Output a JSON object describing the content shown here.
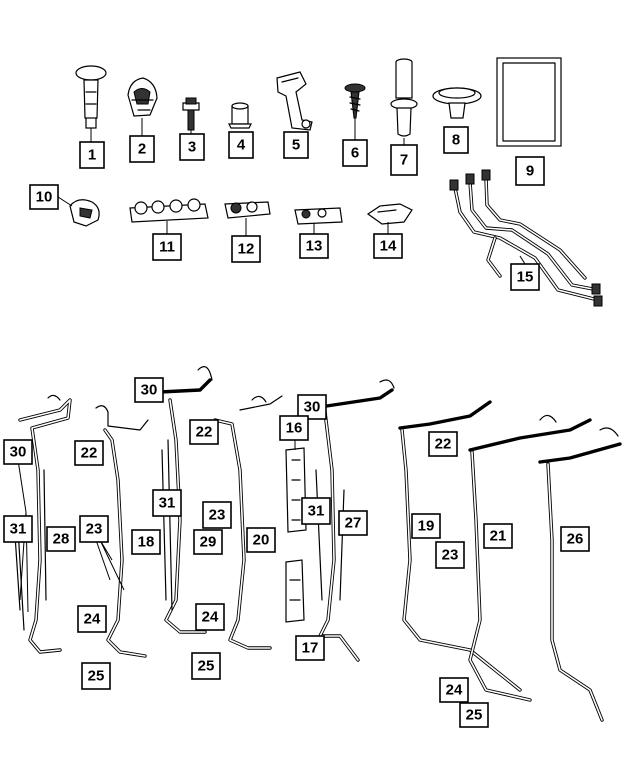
{
  "callouts": [
    {
      "id": "c1",
      "label": "1"
    },
    {
      "id": "c2",
      "label": "2"
    },
    {
      "id": "c3",
      "label": "3"
    },
    {
      "id": "c4",
      "label": "4"
    },
    {
      "id": "c5",
      "label": "5"
    },
    {
      "id": "c6",
      "label": "6"
    },
    {
      "id": "c7",
      "label": "7"
    },
    {
      "id": "c8",
      "label": "8"
    },
    {
      "id": "c9",
      "label": "9"
    },
    {
      "id": "c10",
      "label": "10"
    },
    {
      "id": "c11",
      "label": "11"
    },
    {
      "id": "c12",
      "label": "12"
    },
    {
      "id": "c13",
      "label": "13"
    },
    {
      "id": "c14",
      "label": "14"
    },
    {
      "id": "c15",
      "label": "15"
    },
    {
      "id": "c30a",
      "label": "30"
    },
    {
      "id": "c30b",
      "label": "30"
    },
    {
      "id": "c30c",
      "label": "30"
    },
    {
      "id": "c16",
      "label": "16"
    },
    {
      "id": "c22a",
      "label": "22"
    },
    {
      "id": "c22b",
      "label": "22"
    },
    {
      "id": "c22c",
      "label": "22"
    },
    {
      "id": "c31a",
      "label": "31"
    },
    {
      "id": "c31b",
      "label": "31"
    },
    {
      "id": "c31c",
      "label": "31"
    },
    {
      "id": "c28",
      "label": "28"
    },
    {
      "id": "c23a",
      "label": "23"
    },
    {
      "id": "c23b",
      "label": "23"
    },
    {
      "id": "c23c",
      "label": "23"
    },
    {
      "id": "c18",
      "label": "18"
    },
    {
      "id": "c29",
      "label": "29"
    },
    {
      "id": "c20",
      "label": "20"
    },
    {
      "id": "c27",
      "label": "27"
    },
    {
      "id": "c19",
      "label": "19"
    },
    {
      "id": "c21",
      "label": "21"
    },
    {
      "id": "c26",
      "label": "26"
    },
    {
      "id": "c24a",
      "label": "24"
    },
    {
      "id": "c24b",
      "label": "24"
    },
    {
      "id": "c24c",
      "label": "24"
    },
    {
      "id": "c25a",
      "label": "25"
    },
    {
      "id": "c25b",
      "label": "25"
    },
    {
      "id": "c25c",
      "label": "25"
    },
    {
      "id": "c17",
      "label": "17"
    }
  ]
}
